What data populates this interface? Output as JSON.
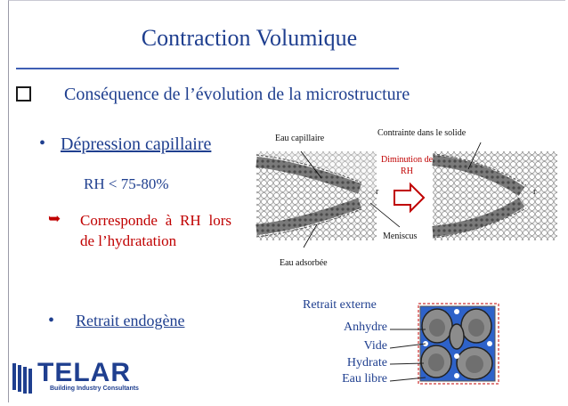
{
  "slide": {
    "title": "Contraction Volumique",
    "subtitle": "Conséquence de l’évolution de la microstructure",
    "bullet1": "Dépression capillaire",
    "rh": "RH < 75-80%",
    "corresponde": "Corresponde à RH lors de l’hydratation",
    "bullet2": "Retrait endogène"
  },
  "figure_capillary": {
    "eau_capillaire": "Eau capillaire",
    "contrainte": "Contrainte dans le solide",
    "diminution": "Diminution de RH",
    "meniscus": "Meniscus",
    "eau_adsorbee": "Eau adsorbée",
    "r_label": "r"
  },
  "figure_retrait": {
    "retrait_externe": "Retrait externe",
    "anhydre": "Anhydre",
    "vide": "Vide",
    "hydrate": "Hydrate",
    "eau_libre": "Eau libre"
  },
  "logo": {
    "name": "TELAR",
    "tagline": "Building Industry Consultants"
  },
  "colors": {
    "title_blue": "#1f3f8f",
    "accent_red": "#c00000"
  }
}
